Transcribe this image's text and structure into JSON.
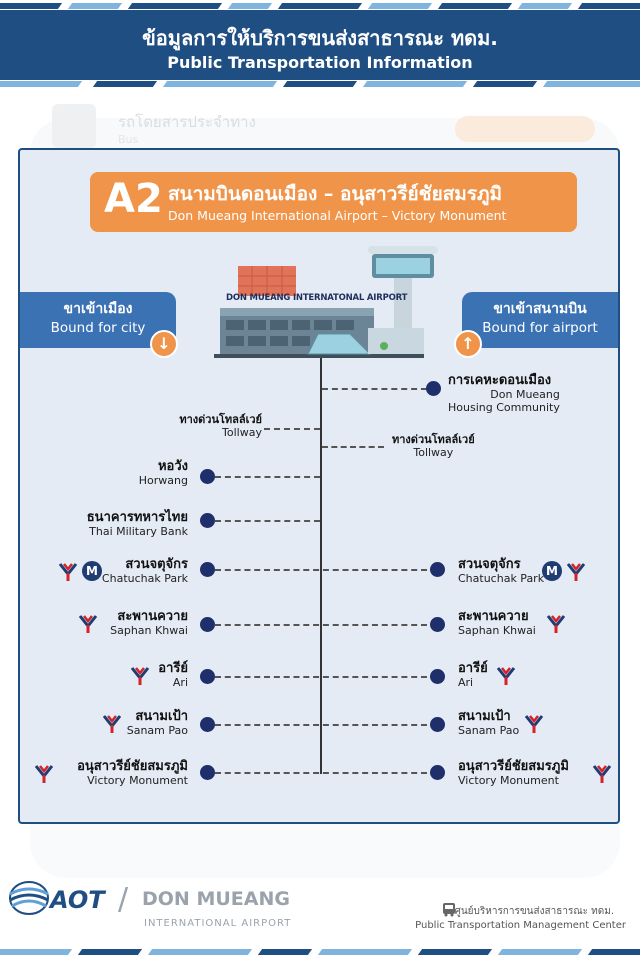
{
  "header": {
    "title_th": "ข้อมูลการให้บริการขนส่งสาธารณะ ทดม.",
    "title_en": "Public Transportation Information"
  },
  "background_app": {
    "title_th": "รถโดยสารประจำทาง",
    "subtitle_en": "Bus"
  },
  "route": {
    "code": "A2",
    "name_th": "สนามบินดอนเมือง – อนุสาวรีย์ชัยสมรภูมิ",
    "name_en": "Don Mueang International Airport – Victory Monument"
  },
  "airport_sign": "DON MUEANG INTERNATONAL AIRPORT",
  "direction_left": {
    "label_th": "ขาเข้าเมือง",
    "label_en": "Bound for city",
    "icon": "arrow-down-icon"
  },
  "direction_right": {
    "label_th": "ขาเข้าสนามบิน",
    "label_en": "Bound for airport",
    "icon": "arrow-up-icon"
  },
  "stops_city": {
    "tollway": {
      "th": "ทางด่วนโทลล์เวย์",
      "en": "Tollway"
    },
    "horwang": {
      "th": "หอวัง",
      "en": "Horwang"
    },
    "thai_military_bank": {
      "th": "ธนาคารทหารไทย",
      "en": "Thai Military Bank"
    },
    "chatuchak": {
      "th": "สวนจตุจักร",
      "en": "Chatuchak Park"
    },
    "saphan_khwai": {
      "th": "สะพานควาย",
      "en": "Saphan Khwai"
    },
    "ari": {
      "th": "อารีย์",
      "en": "Ari"
    },
    "sanam_pao": {
      "th": "สนามเป้า",
      "en": "Sanam Pao"
    },
    "victory": {
      "th": "อนุสาวรีย์ชัยสมรภูมิ",
      "en": "Victory Monument"
    }
  },
  "stops_airport": {
    "housing": {
      "th": "การเคหะดอนเมือง",
      "en1": "Don Mueang",
      "en2": "Housing Community"
    },
    "tollway": {
      "th": "ทางด่วนโทลล์เวย์",
      "en": "Tollway"
    },
    "chatuchak": {
      "th": "สวนจตุจักร",
      "en": "Chatuchak Park"
    },
    "saphan_khwai": {
      "th": "สะพานควาย",
      "en": "Saphan Khwai"
    },
    "ari": {
      "th": "อารีย์",
      "en": "Ari"
    },
    "sanam_pao": {
      "th": "สนามเป้า",
      "en": "Sanam Pao"
    },
    "victory": {
      "th": "อนุสาวรีย์ชัยสมรภูมิ",
      "en": "Victory Monument"
    }
  },
  "mrt_letter": "M",
  "footer": {
    "aot": "AOT",
    "slash": "/",
    "brand": "DON MUEANG",
    "brand_sub": "INTERNATIONAL AIRPORT",
    "center_th": "ศูนย์บริหารการขนส่งสาธารณะ ทดม.",
    "center_en": "Public Transportation Management Center"
  },
  "colors": {
    "navy": "#1f4e83",
    "orange": "#f0944a",
    "tab_blue": "#3b72b4",
    "card_bg": "#e4ebf5",
    "dot": "#1f2f6b"
  }
}
